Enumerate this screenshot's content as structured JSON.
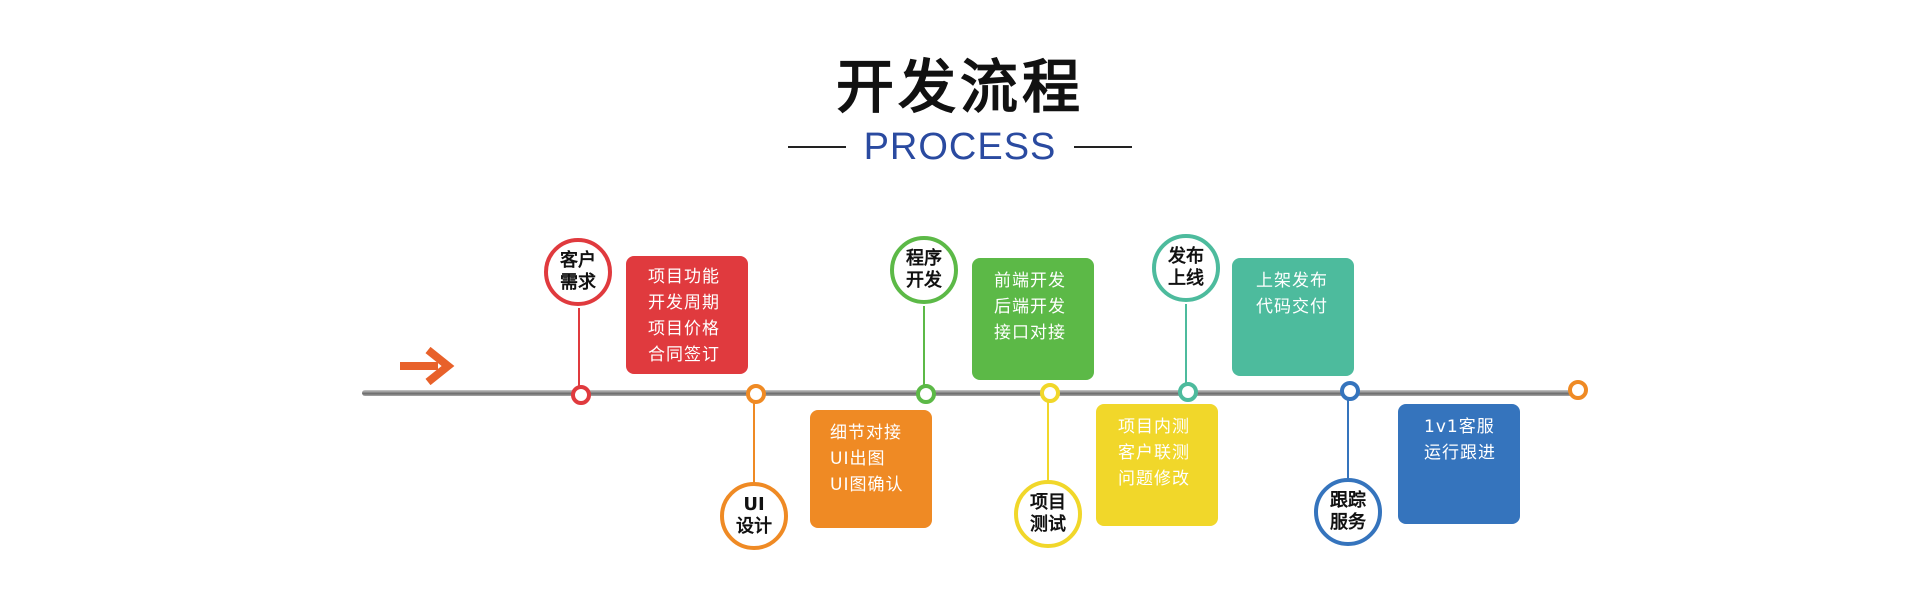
{
  "title": "开发流程",
  "subtitle": "PROCESS",
  "colors": {
    "red": "#e03a3e",
    "orange": "#ef8a24",
    "green": "#5cb947",
    "yellow": "#f1d72a",
    "teal": "#4dbb9d",
    "blue": "#3574bd",
    "arrow": "#e8612a",
    "title_blue": "#2a4aa0"
  },
  "steps": [
    {
      "label_line1": "客户",
      "label_line2": "需求",
      "items": [
        "项目功能",
        "开发周期",
        "项目价格",
        "合同签订"
      ],
      "color": "#e03a3e"
    },
    {
      "label_line1": "UI",
      "label_line2": "设计",
      "items": [
        "细节对接",
        "UI出图",
        "UI图确认"
      ],
      "color": "#ef8a24"
    },
    {
      "label_line1": "程序",
      "label_line2": "开发",
      "items": [
        "前端开发",
        "后端开发",
        "接口对接"
      ],
      "color": "#5cb947"
    },
    {
      "label_line1": "项目",
      "label_line2": "测试",
      "items": [
        "项目内测",
        "客户联测",
        "问题修改"
      ],
      "color": "#f1d72a"
    },
    {
      "label_line1": "发布",
      "label_line2": "上线",
      "items": [
        "上架发布",
        "代码交付"
      ],
      "color": "#4dbb9d"
    },
    {
      "label_line1": "跟踪",
      "label_line2": "服务",
      "items": [
        "1v1客服",
        "运行跟进"
      ],
      "color": "#3574bd"
    }
  ]
}
